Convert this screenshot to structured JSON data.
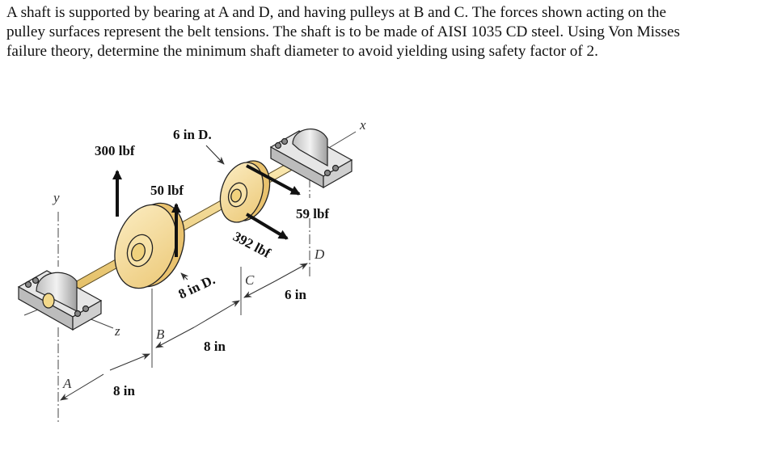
{
  "problem": {
    "lines": [
      "A shaft is supported by bearing at A and D, and having pulleys at B and C. The forces shown acting on the",
      "pulley surfaces represent the belt tensions. The shaft is to be made of AISI 1035 CD steel. Using Von Misses",
      "failure theory, determine the minimum shaft diameter to avoid yielding using safety factor of 2."
    ]
  },
  "diagram": {
    "axes": {
      "x": "x",
      "y": "y",
      "z": "z"
    },
    "points": {
      "A": "A",
      "B": "B",
      "C": "C",
      "D": "D"
    },
    "forces": {
      "f1": "300 lbf",
      "f2": "50 lbf",
      "f3": "59 lbf",
      "f4": "392 lbf"
    },
    "pulleys": {
      "B_diameter": "8 in D.",
      "C_diameter": "6 in D."
    },
    "dimensions": {
      "AB": "8 in",
      "BC": "8 in",
      "CD": "6 in"
    },
    "colors": {
      "pulley": "#f3dca0",
      "shaft": "#f0d27e",
      "bearing": "#d8d8d8",
      "ink": "#111111"
    }
  }
}
